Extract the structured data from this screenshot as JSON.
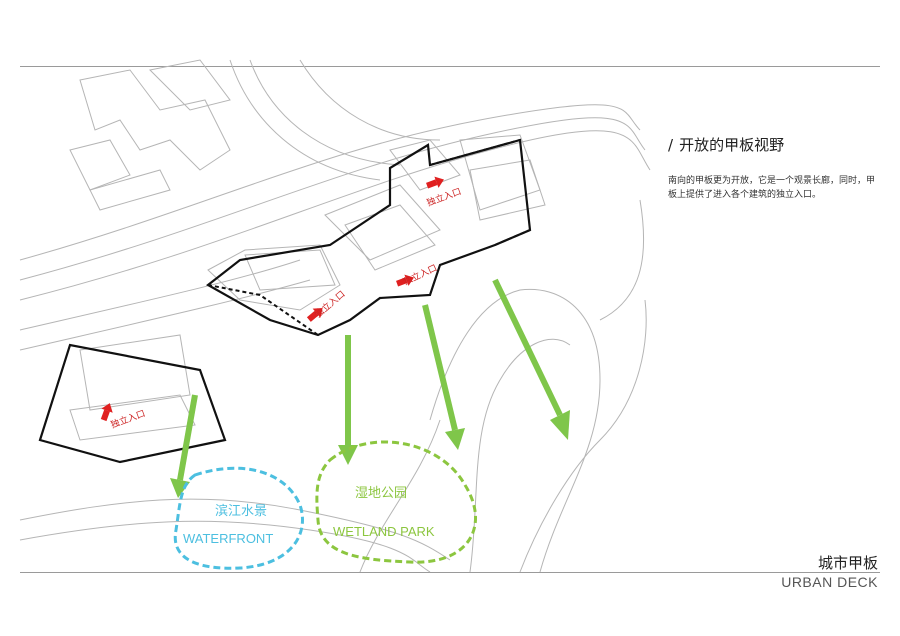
{
  "section": {
    "slash": "/",
    "title": "开放的甲板视野",
    "description": "南向的甲板更为开放，它是一个观景长廊，同时，甲板上提供了进入各个建筑的独立入口。"
  },
  "page_title": {
    "cn": "城市甲板",
    "en": "URBAN DECK"
  },
  "entrances": {
    "label": "独立入口"
  },
  "zones": {
    "waterfront": {
      "cn": "滨江水景",
      "en": "WATERFRONT",
      "color": "#4cbfe0"
    },
    "wetland": {
      "cn": "湿地公园",
      "en": "WETLAND PARK",
      "color": "#8cc63f"
    }
  },
  "colors": {
    "entry_arrow": "#e02020",
    "view_arrow": "#7fc64a",
    "linework": "#b5b5b5",
    "deck_outline": "#111111"
  }
}
